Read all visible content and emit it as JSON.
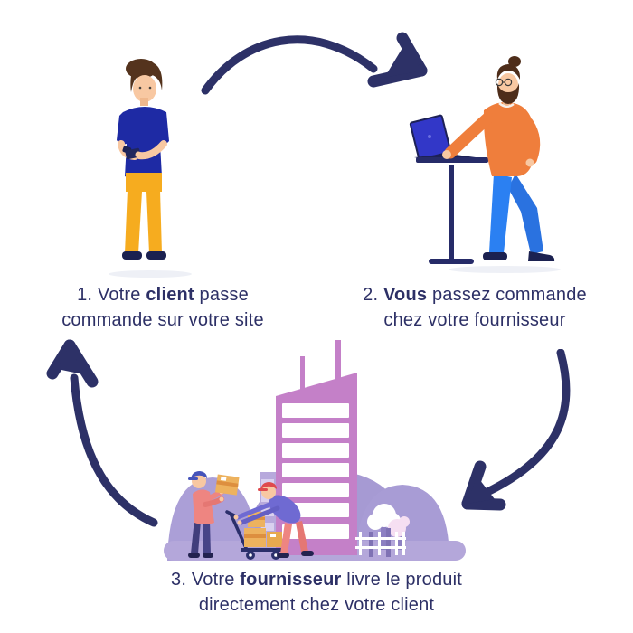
{
  "steps": [
    {
      "pre": "1. Votre ",
      "bold": "client",
      "post": " passe commande sur votre site"
    },
    {
      "pre": "2. ",
      "bold": "Vous",
      "post": " passez commande chez votre fournisseur"
    },
    {
      "pre": "3. Votre ",
      "bold": "fournisseur",
      "post": " livre le produit directement chez votre client"
    }
  ],
  "figures": {
    "client": "man-standing-ordering-on-smartphone",
    "merchant": "man-standing-desk-with-laptop",
    "supplier": "warehouse-building-with-delivery-workers"
  },
  "arrows": {
    "top": "client-to-merchant-curved-arrow",
    "right": "merchant-to-supplier-curved-arrow",
    "left": "supplier-to-client-curved-arrow"
  },
  "palette": {
    "navy_text_arrows": "#2d3066",
    "tshirt_blue": "#1e2aa4",
    "pants_yellow": "#f6ac1f",
    "sweater_orange": "#ef7e3c",
    "jeans_blue": "#2b80f2",
    "laptop_blue": "#3237c8",
    "building_orchid": "#c480c8",
    "hills_purple": "#a69ad3",
    "ground_lavender": "#b4a7da",
    "box_tan": "#edb25e",
    "worker_salmon": "#ee8581",
    "worker_violet": "#6f6ad2",
    "skin": "#f8c8a2",
    "hair_brown": "#54331d"
  }
}
